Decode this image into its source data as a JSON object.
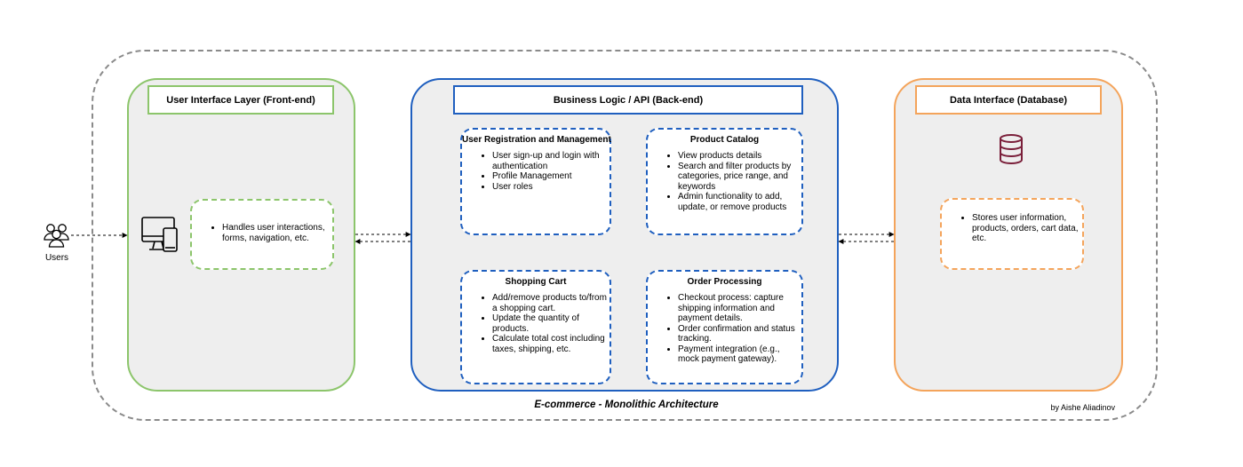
{
  "diagram": {
    "caption": "E-commerce - Monolithic Architecture",
    "author": "by Aishe Aliadinov",
    "users_label": "Users",
    "frontend": {
      "title": "User Interface Layer (Front-end)",
      "items": [
        "Handles user interactions, forms, navigation, etc."
      ]
    },
    "backend": {
      "title": "Business Logic / API (Back-end)",
      "modules": [
        {
          "title": "User Registration and Management",
          "items": [
            "User sign-up and login with authentication",
            "Profile Management",
            "User roles"
          ]
        },
        {
          "title": "Product Catalog",
          "items": [
            "View products details",
            "Search and filter products by categories, price range, and keywords",
            "Admin functionality to add, update, or remove products"
          ]
        },
        {
          "title": "Shopping Cart",
          "items": [
            "Add/remove products to/from a shopping cart.",
            "Update the quantity of products.",
            "Calculate total cost including taxes, shipping, etc."
          ]
        },
        {
          "title": "Order Processing",
          "items": [
            "Checkout process: capture shipping information and payment details.",
            "Order confirmation and status tracking.",
            "Payment integration (e.g., mock payment gateway)."
          ]
        }
      ]
    },
    "database": {
      "title": "Data Interface (Database)",
      "items": [
        "Stores user information, products, orders, cart data, etc."
      ]
    },
    "colors": {
      "frontend": "#8cc56b",
      "backend": "#1f5fbf",
      "database": "#f4a45b",
      "panel_fill": "#eeeeee",
      "outer_border": "#8a8a8a"
    },
    "icons": [
      "users-icon",
      "monitor-devices-icon",
      "database-icon"
    ]
  }
}
